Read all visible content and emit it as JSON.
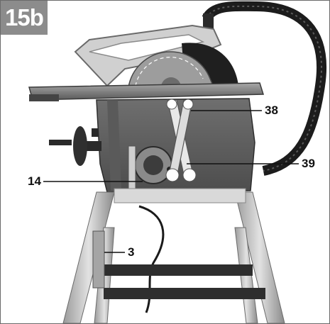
{
  "figure": {
    "badge_label": "15b",
    "callouts": {
      "c38": "38",
      "c39": "39",
      "c14": "14",
      "c3": "3"
    }
  },
  "colors": {
    "badge_bg": "#8c8c8c",
    "metal_dark": "#3a3a3a",
    "metal_mid": "#6e6e6e",
    "metal_light": "#bdbdbd",
    "leg_silver": "#c9c9c9"
  },
  "icons": {
    "saw": "table-saw-illustration"
  }
}
